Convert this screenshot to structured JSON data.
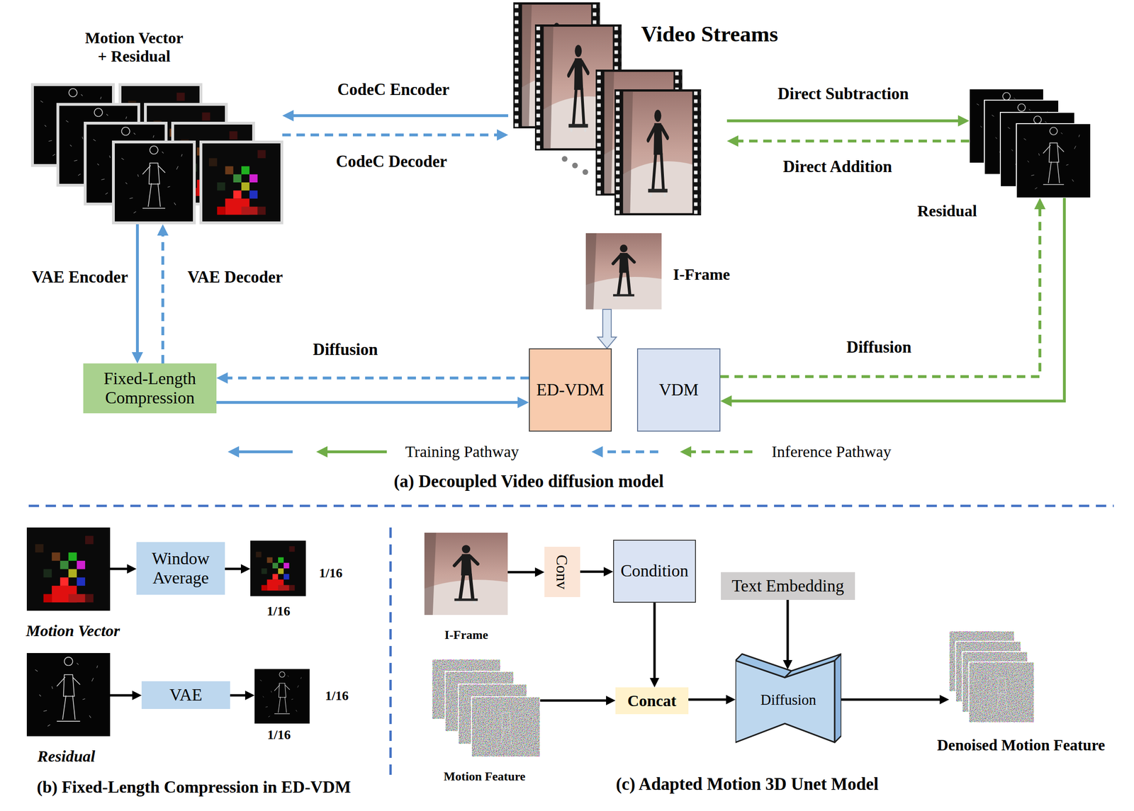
{
  "diagram": {
    "nodes": [
      {
        "text": [
          "Motion Vector + Residual"
        ]
      },
      {
        "text": [
          "Video Streams"
        ]
      },
      {
        "text": [
          "Residual"
        ]
      },
      {
        "text": [
          "I-Frame"
        ]
      },
      {
        "text": [
          "Fixed-Length Compression"
        ]
      },
      {
        "text": [
          "ED-VDM"
        ]
      },
      {
        "text": [
          "VDM"
        ]
      },
      {
        "text": [
          "Motion Vector"
        ]
      },
      {
        "text": [
          "Window Average"
        ]
      },
      {
        "text": [
          "1/16",
          "1/16"
        ]
      },
      {
        "text": [
          "Residual"
        ]
      },
      {
        "text": [
          "VAE"
        ]
      },
      {
        "text": [
          "1/16",
          "1/16"
        ]
      },
      {
        "text": [
          "I-Frame"
        ]
      },
      {
        "text": [
          "Conv"
        ]
      },
      {
        "text": [
          "Condition"
        ]
      },
      {
        "text": [
          "Text Embedding"
        ]
      },
      {
        "text": [
          "Motion Feature"
        ]
      },
      {
        "text": [
          "Concat"
        ]
      },
      {
        "text": [
          "Diffusion"
        ]
      },
      {
        "text": [
          "Denoised Motion Feature"
        ]
      }
    ],
    "edges": [
      {
        "from": 1,
        "to": 0,
        "arrow": "to",
        "label": "CodeC Encoder"
      },
      {
        "from": 0,
        "to": 1,
        "arrow": "to",
        "label": "CodeC Decoder"
      },
      {
        "from": 1,
        "to": 2,
        "arrow": "to",
        "label": "Direct Subtraction"
      },
      {
        "from": 2,
        "to": 1,
        "arrow": "to",
        "label": "Direct Addition"
      },
      {
        "from": 0,
        "to": 4,
        "arrow": "to",
        "label": "VAE Encoder"
      },
      {
        "from": 4,
        "to": 0,
        "arrow": "to",
        "label": "VAE Decoder"
      },
      {
        "from": 5,
        "to": 4,
        "arrow": "to",
        "label": "Diffusion"
      },
      {
        "from": 4,
        "to": 5,
        "arrow": "to"
      },
      {
        "from": 6,
        "to": 2,
        "arrow": "to",
        "label": "Diffusion"
      },
      {
        "from": 2,
        "to": 6,
        "arrow": "to"
      },
      {
        "from": 3,
        "to": 5,
        "arrow": "to"
      },
      {
        "from": 7,
        "to": 8,
        "arrow": "to"
      },
      {
        "from": 8,
        "to": 9,
        "arrow": "to"
      },
      {
        "from": 10,
        "to": 11,
        "arrow": "to"
      },
      {
        "from": 11,
        "to": 12,
        "arrow": "to"
      },
      {
        "from": 13,
        "to": 14,
        "arrow": "to"
      },
      {
        "from": 14,
        "to": 15,
        "arrow": "to"
      },
      {
        "from": 15,
        "to": 18,
        "arrow": "to"
      },
      {
        "from": 17,
        "to": 18,
        "arrow": "to"
      },
      {
        "from": 18,
        "to": 19,
        "arrow": "to"
      },
      {
        "from": 16,
        "to": 19,
        "arrow": "to"
      },
      {
        "from": 19,
        "to": 20,
        "arrow": "to"
      }
    ],
    "labels": [
      "(a) Decoupled Video diffusion model",
      "(b) Fixed-Length Compression in ED-VDM",
      "(c) Adapted Motion 3D Unet Model"
    ],
    "legend": [
      {
        "text": "Training Pathway"
      },
      {
        "text": "Inference Pathway"
      }
    ]
  }
}
